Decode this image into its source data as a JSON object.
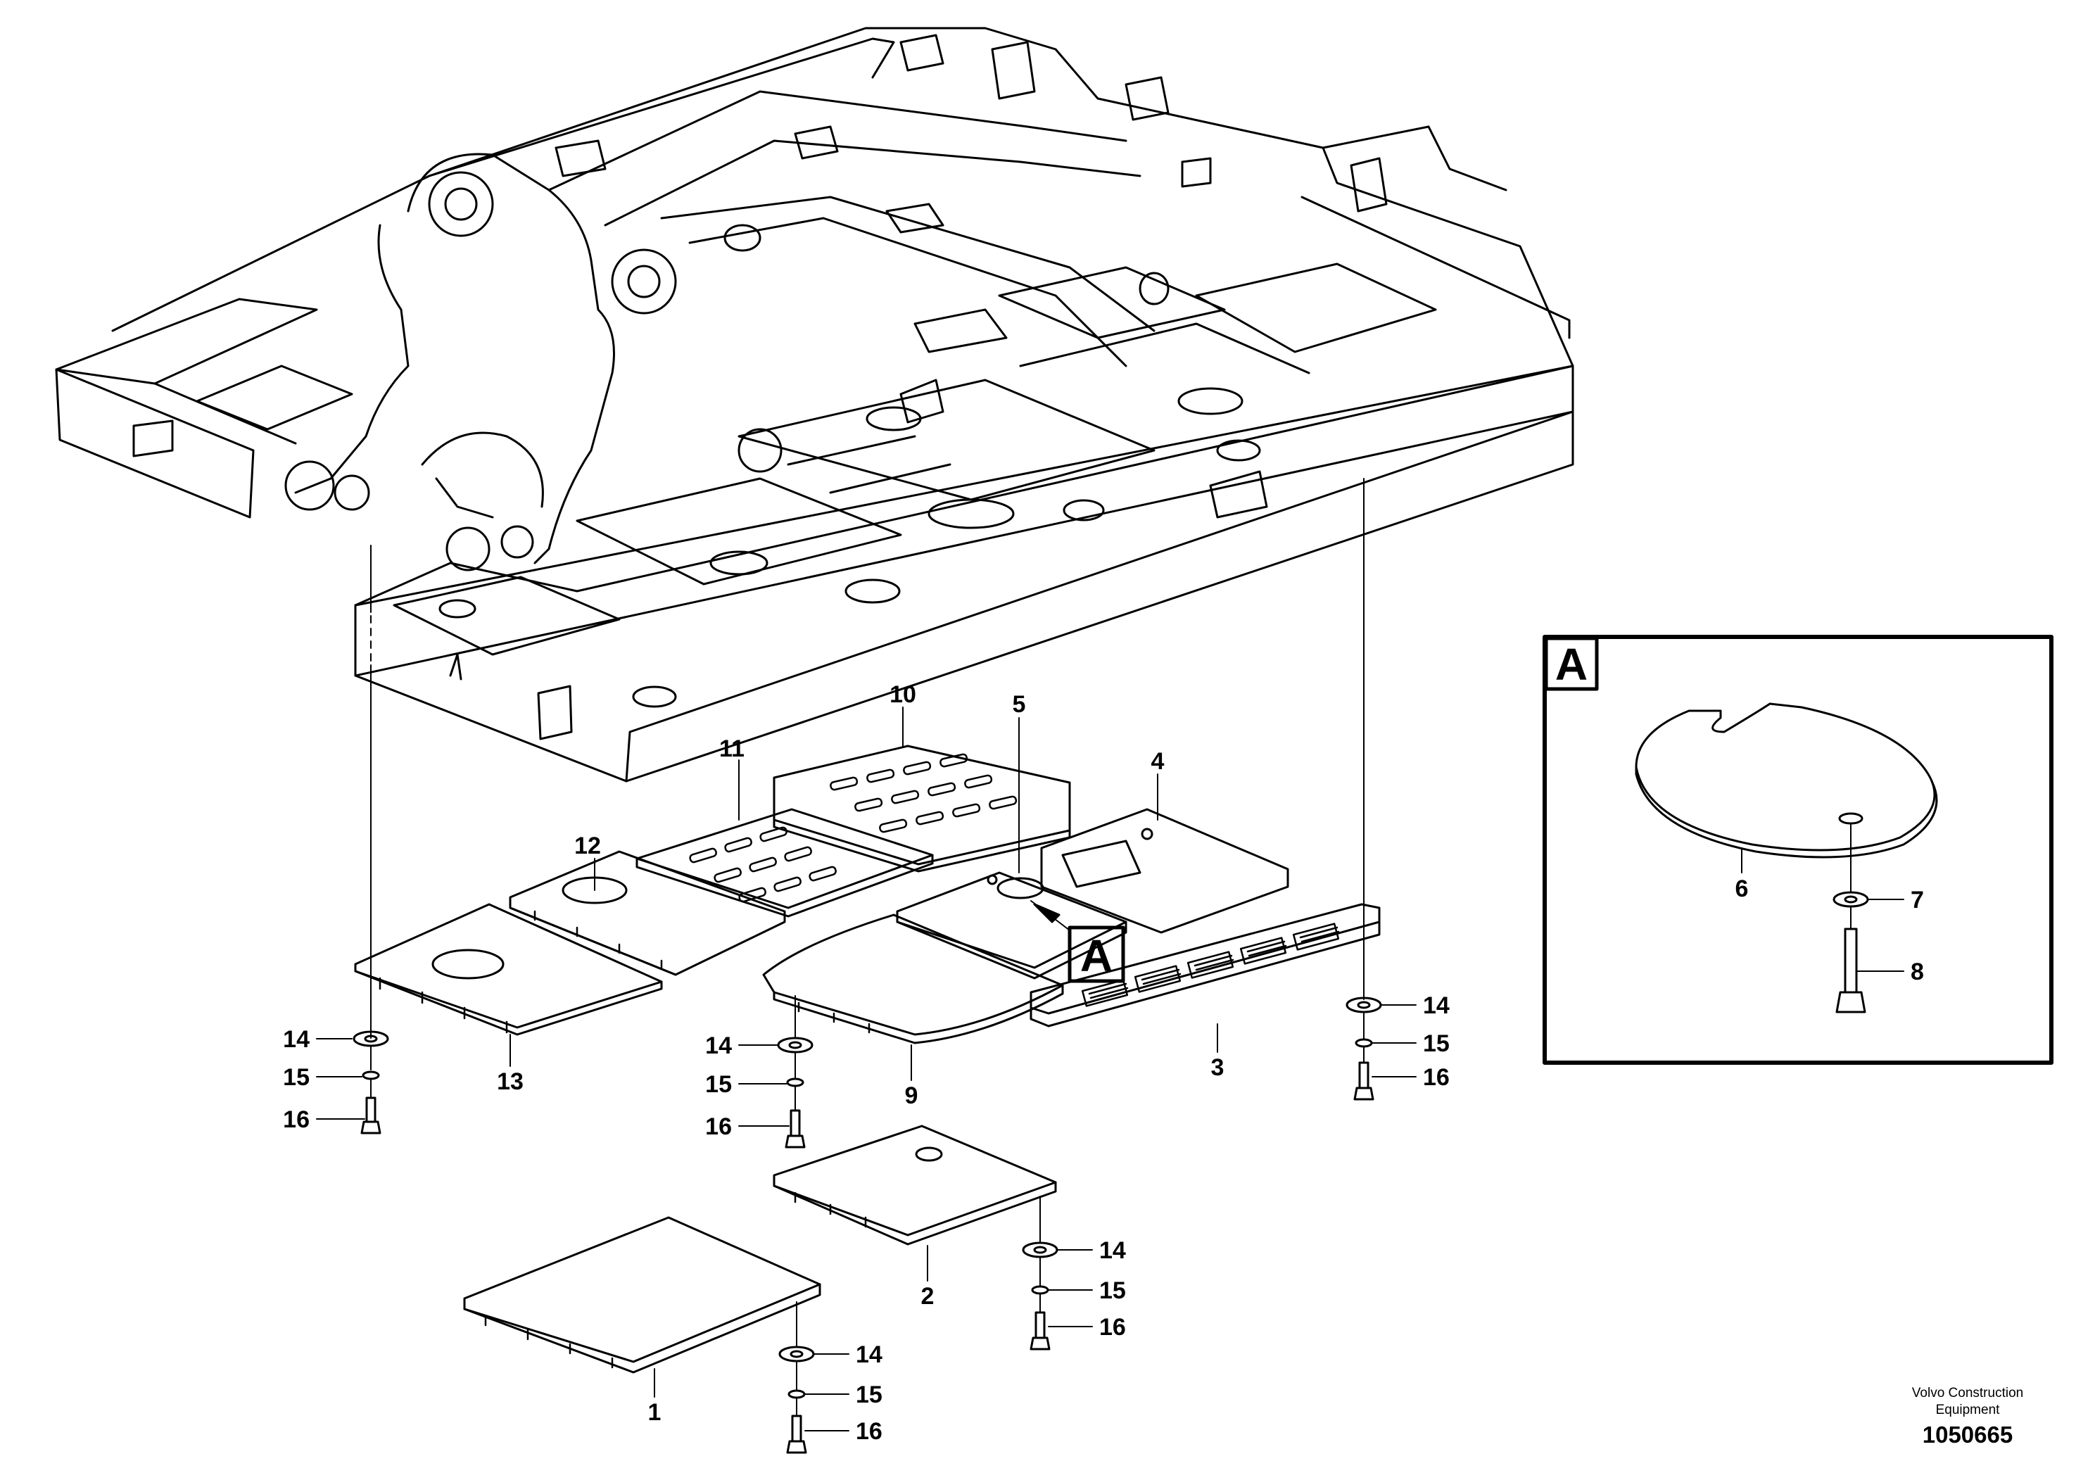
{
  "callouts": {
    "p1": "1",
    "p2": "2",
    "p3": "3",
    "p4": "4",
    "p5": "5",
    "p6": "6",
    "p7": "7",
    "p8": "8",
    "p9": "9",
    "p10": "10",
    "p11": "11",
    "p12": "12",
    "p13": "13",
    "w14": "14",
    "w15": "15",
    "b16": "16"
  },
  "detail": {
    "letter": "A"
  },
  "footer": {
    "company_line1": "Volvo Construction",
    "company_line2": "Equipment",
    "doc_number": "1050665"
  }
}
